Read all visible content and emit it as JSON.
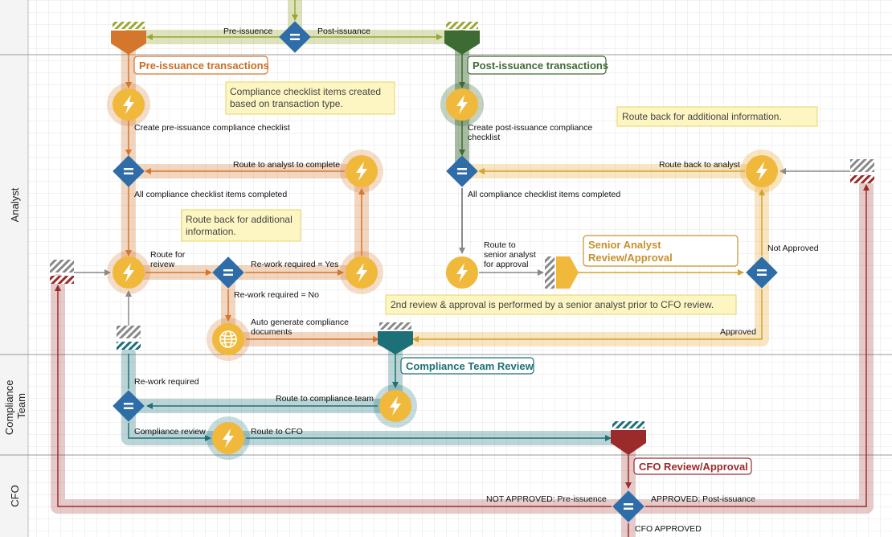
{
  "colors": {
    "orange": "#d4772c",
    "green": "#3e6b33",
    "olive": "#98a832",
    "gold": "#e7a936",
    "teal": "#1d6f78",
    "red": "#9b2a2a",
    "blue": "#2f6da8",
    "lightning": "#f0b93b",
    "note_bg": "#fdf6c3",
    "note_border": "#e6d46a"
  },
  "lanes": [
    "Analyst",
    "Compliance Team",
    "CFO"
  ],
  "titles": {
    "pre_issuance": "Pre-issuance transactions",
    "post_issuance": "Post-issuance transactions",
    "senior_review": [
      "Senior Analyst",
      "Review/Approval"
    ],
    "compliance_review": "Compliance Team Review",
    "cfo_review": "CFO Review/Approval"
  },
  "notes": {
    "checklist_created": [
      "Compliance checklist items created",
      "based on transaction type."
    ],
    "route_back_info_1": [
      "Route back for additional",
      "information."
    ],
    "route_back_info_2": "Route back for additional information.",
    "second_review": "2nd review & approval is performed by a senior analyst prior to CFO review."
  },
  "labels": {
    "pre_issuence": "Pre-issuence",
    "post_issuance": "Post-issuance",
    "create_pre_checklist": "Create pre-issuance compliance checklist",
    "create_post_checklist": [
      "Create post-issuance compliance",
      "checklist"
    ],
    "route_analyst_complete": "Route to analyst to complete",
    "route_back_analyst": "Route back to analyst",
    "all_items_completed_1": "All compliance checklist items completed",
    "all_items_completed_2": "All compliance checklist items completed",
    "route_for_review": [
      "Route for",
      "reivew"
    ],
    "rework_yes": "Re-work required = Yes",
    "rework_no": "Re-work required = No",
    "auto_generate": [
      "Auto generate compliance",
      "documents"
    ],
    "route_senior": [
      "Route to",
      "senior analyst",
      "for approval"
    ],
    "not_approved": "Not Approved",
    "approved": "Approved",
    "rework_required": "Re-work required",
    "route_compliance_team": "Route to compliance team",
    "compliance_review": "Compliance review",
    "route_cfo": "Route to CFO",
    "not_approved_pre": "NOT APPROVED: Pre-issuence",
    "approved_post": "APPROVED: Post-issuance",
    "cfo_approved": "CFO APPROVED"
  }
}
